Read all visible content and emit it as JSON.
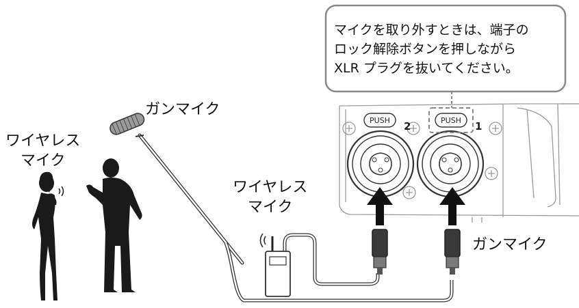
{
  "callout": {
    "lines": [
      "マイクを取り外すときは、端子の",
      "ロック解除ボタンを押しながら",
      "XLR プラグを抜いてください。"
    ]
  },
  "labels": {
    "gun_mic_top": "ガンマイク",
    "wireless_left_line1": "ワイヤレス",
    "wireless_left_line2": "マイク",
    "wireless_center_line1": "ワイヤレス",
    "wireless_center_line2": "マイク",
    "gun_mic_right": "ガンマイク"
  },
  "device": {
    "push_label_left": "PUSH",
    "push_label_right": "PUSH",
    "channel_left": "2",
    "channel_right": "1"
  },
  "colors": {
    "line": "#333333",
    "silhouette": "#1a1a1a",
    "device_outline": "#999999",
    "callout_border": "#888888",
    "arrow": "#111111"
  }
}
